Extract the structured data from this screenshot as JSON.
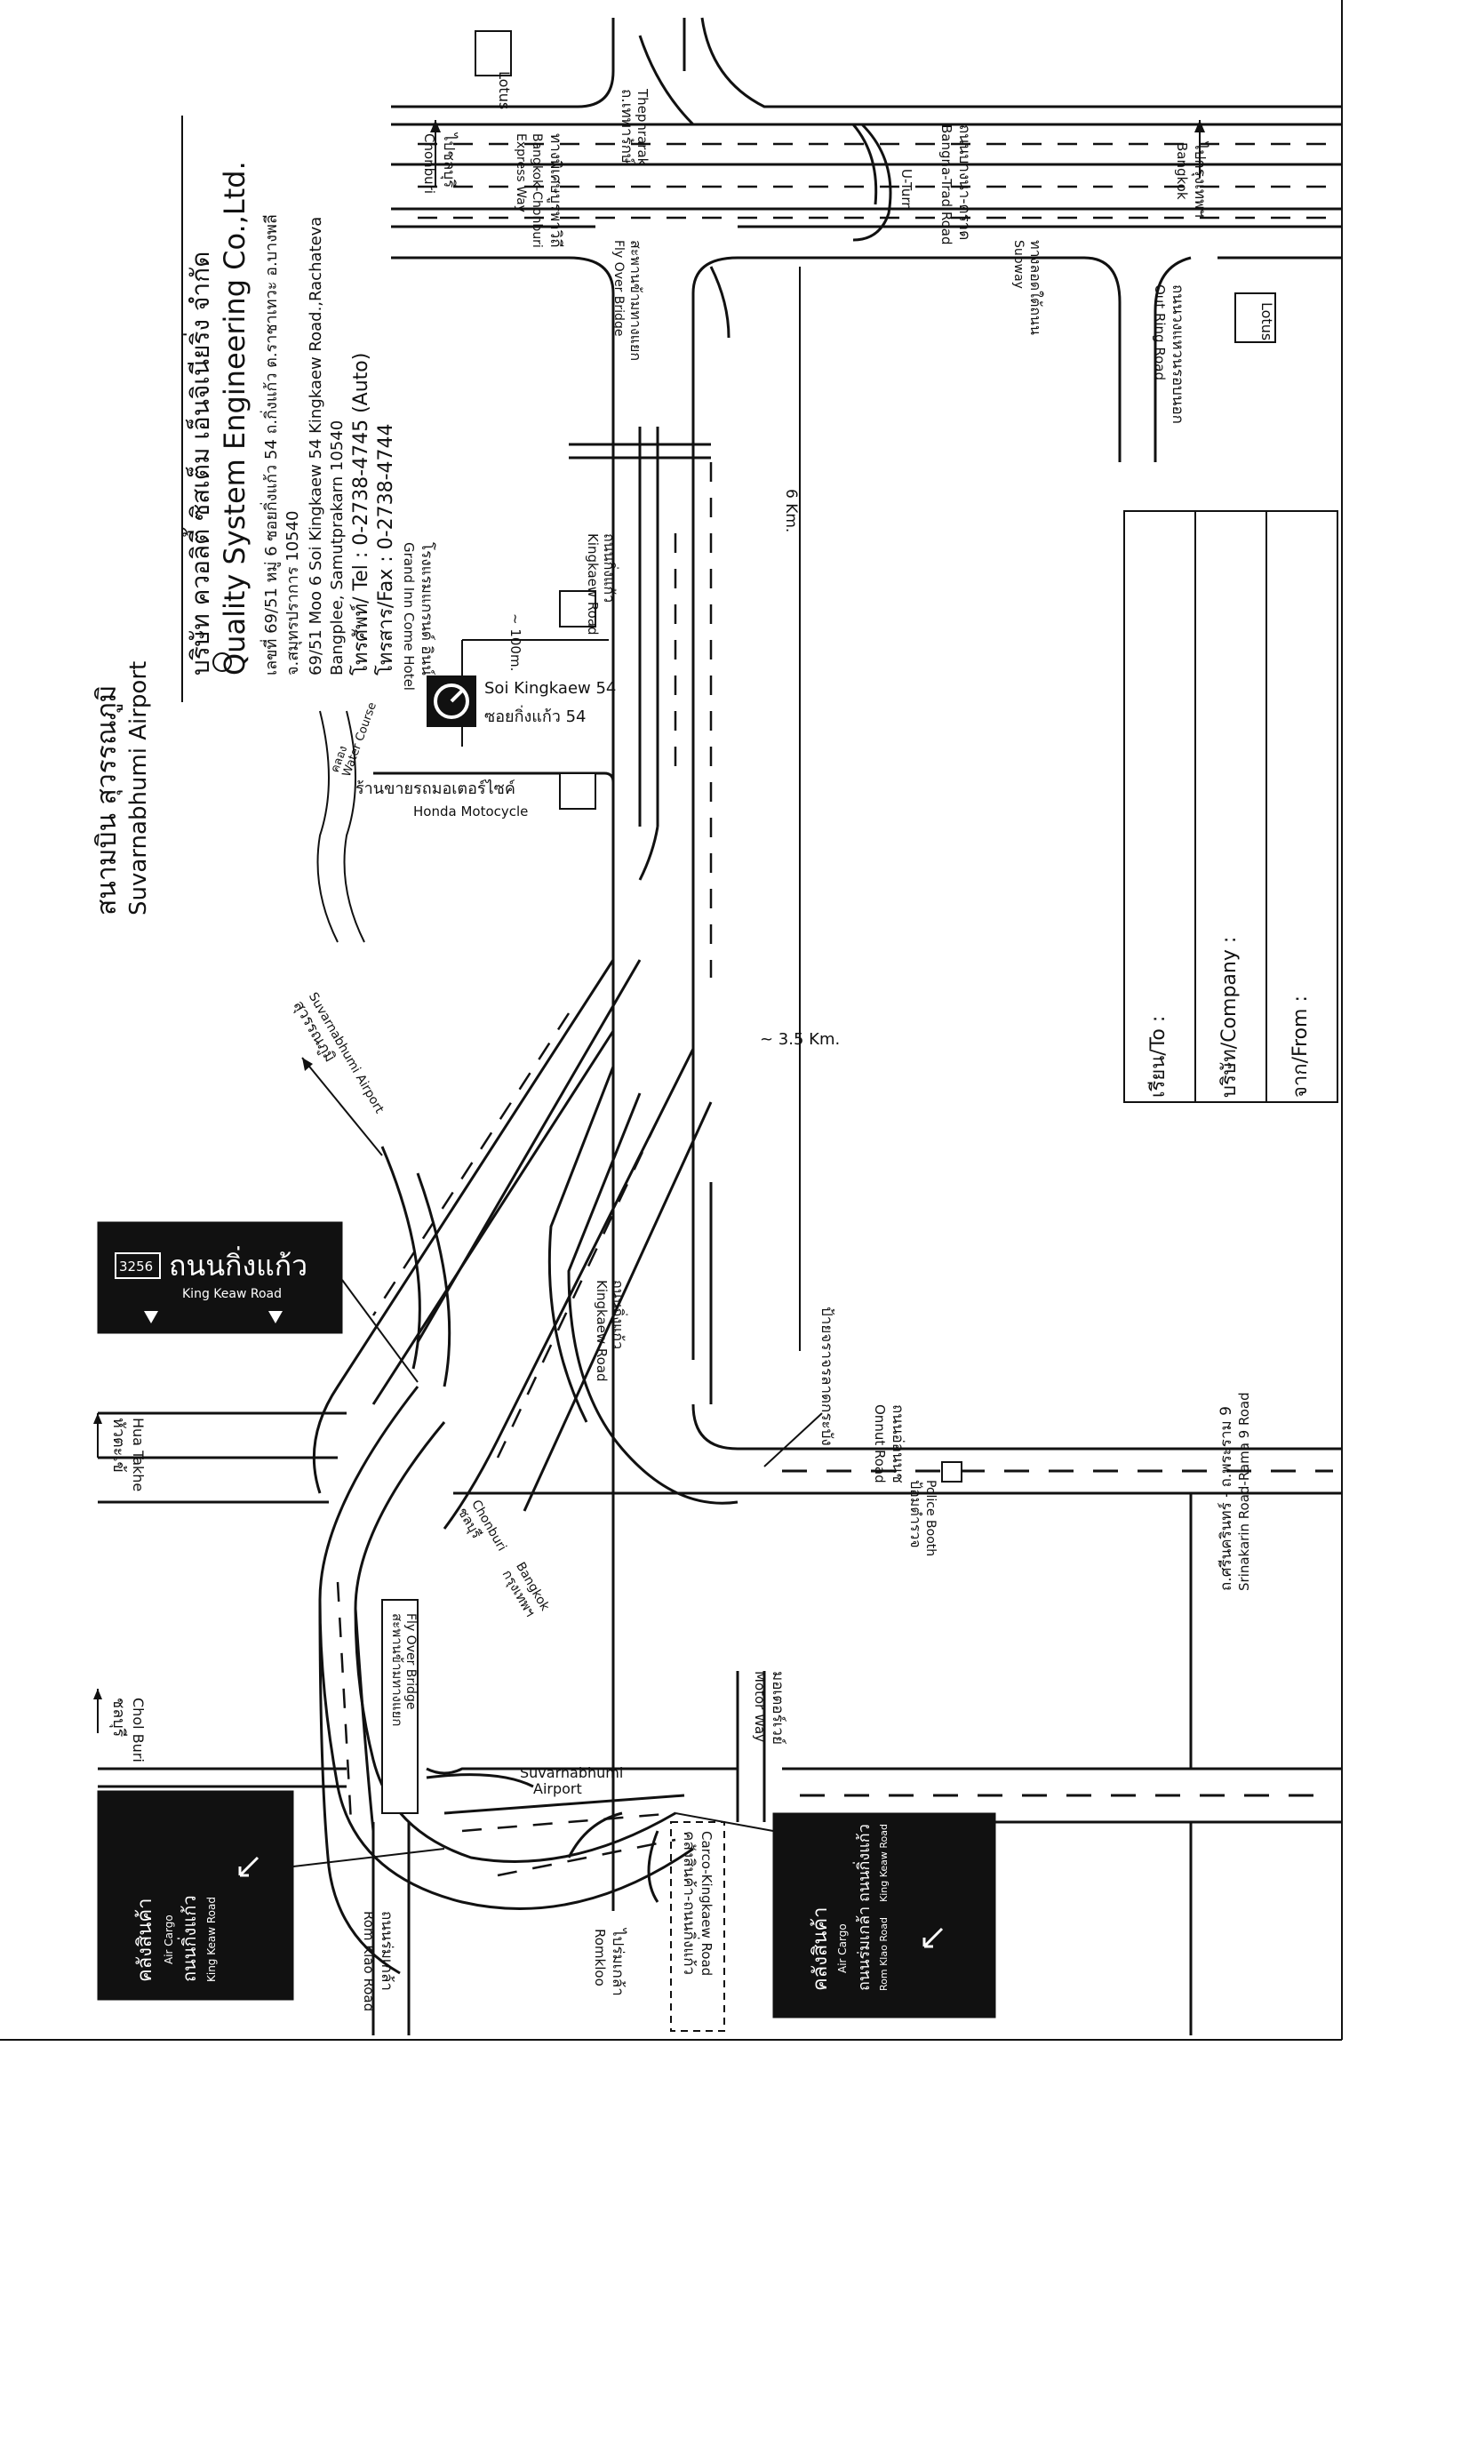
{
  "company": {
    "name_th": "บริษัท ควอลิตี้ ซิสเต็ม เอ็นจิเนียริ่ง จำกัด",
    "name_en": "Quality System Engineering Co.,Ltd.",
    "address_th_1": "เลขที่ 69/51 หมู่ 6 ซอยกิ่งแก้ว 54 ถ.กิ่งแก้ว ต.ราชาเทวะ อ.บางพลี",
    "address_th_2": "จ.สมุทรปราการ 10540",
    "address_en_1": "69/51 Moo 6 Soi Kingkaew 54 Kingkaew Road.,Rachateva",
    "address_en_2": "Bangplee, Samutprakarn 10540",
    "tel": "โทรศัพท์/ Tel : 0-2738-4745 (Auto)",
    "fax": "โทรสาร/Fax : 0-2738-4744"
  },
  "labels": {
    "airport_th": "สนามบิน สุวรรณภูมิ",
    "airport_en": "Suvarnabhumi Airport",
    "lotus_top": "Lotus",
    "lotus_right": "Lotus",
    "thepharak_th": "ถ.เทพารักษ์",
    "thepharak_en": "Thephrarak",
    "chonburi_th": "ไปชลบุรี",
    "chonburi_en": "Chonburi",
    "expressway_th": "ทางพิเศษบูรพาวิถี",
    "expressway_en1": "Bangkok-Chonburi",
    "expressway_en2": "Express Way",
    "bangna_trad_th": "ถนนบางนา-ตราด",
    "bangna_trad_en": "Bangna-Trad Road",
    "to_bangkok_th": "ไปกรุงเทพฯ",
    "to_bangkok_en": "Bangkok",
    "uturn": "U-Turn",
    "subway_th": "ทางลอดใต้ถนน",
    "subway_en": "Subway",
    "flyover_th": "สะพานข้ามทางแยก",
    "flyover_en": "Fly Over Bridge",
    "outer_ring_th": "ถนนวงแหวนรอบนอก",
    "outer_ring_en": "Out Ring Road",
    "km6": "6 Km.",
    "km35": "~ 3.5 Km.",
    "hotel_th": "โรงแรมแกรนด์ อินน์",
    "hotel_en": "Grand Inn Come Hotel",
    "kingkaew_th": "ถนนกิ่งแก้ว",
    "kingkaew_en": "Kingkaew Road",
    "dist100": "~ 100m.",
    "soi_en": "Soi Kingkaew 54",
    "soi_th": "ซอยกิ่งแก้ว 54",
    "honda_th": "ร้านขายรถมอเตอร์ไซค์",
    "honda_en": "Honda Motocycle",
    "water_th": "คลอง",
    "water_en": "Water Course",
    "suvarnabhumi_th": "สุวรรณภูมิ",
    "suvarnabhumi_en": "Suvarnabhumi Airport",
    "hua_takhe_th": "หัวตะเข้",
    "hua_takhe_en": "Hua Takhe",
    "choburi_th": "ชลบุรี",
    "choburi_en": "Chol Buri",
    "onnut_th": "ถนนอ่อนนุช",
    "onnut_en": "Onnut Road",
    "sign_lat": "ป้ายจราจรลาดกระบัง",
    "police_th": "ป้อมตำรวจ",
    "police_en": "Police Booth",
    "motorway_th": "มอเตอร์เวย์",
    "motorway_en": "Motor Way",
    "srinakarin_th": "ถ.ศรีนครินทร์ - ถ.พระราม 9",
    "srinakarin_en": "Srinakarin Road-Rama 9 Road",
    "chonburi_ramp_th": "ชลบุรี",
    "chonburi_ramp_en": "Chonburi",
    "bangkok_ramp_th": "กรุงเทพฯ",
    "bangkok_ramp_en": "Bangkok",
    "airport_ramp_en1": "Suvarnabhumi",
    "airport_ramp_en2": "Airport",
    "romklao_th": "ถนนร่มเกล้า",
    "romklao_en": "Rom Klao Road",
    "romkloo_th": "ไปร่มเกล้า",
    "romkloo_en": "Romkloo",
    "cargo_th": "คลังสินค้า-ถนนกิ่งแก้ว",
    "cargo_en": "Carco-Kingkaew Road"
  },
  "signs": {
    "kingkaew_number": "3256",
    "kingkaew_th": "ถนนกิ่งแก้ว",
    "kingkaew_en": "King Keaw Road",
    "left_th": "คลังสินค้า",
    "left_en1": "Air Cargo",
    "left_th2": "ถนนกิ่งแก้ว",
    "left_en2": "King Keaw Road",
    "right_th": "คลังสินค้า",
    "right_en1": "Air Cargo",
    "right_th2": "ถนนร่มเกล้า",
    "right_th3": "ถนนกิ่งแก้ว",
    "right_en2": "Rom Klao Road",
    "right_en3": "King Keaw Road"
  },
  "form": {
    "to": "เรียน/To :",
    "company": "บริษัท/Company :",
    "from": "จาก/From :"
  }
}
